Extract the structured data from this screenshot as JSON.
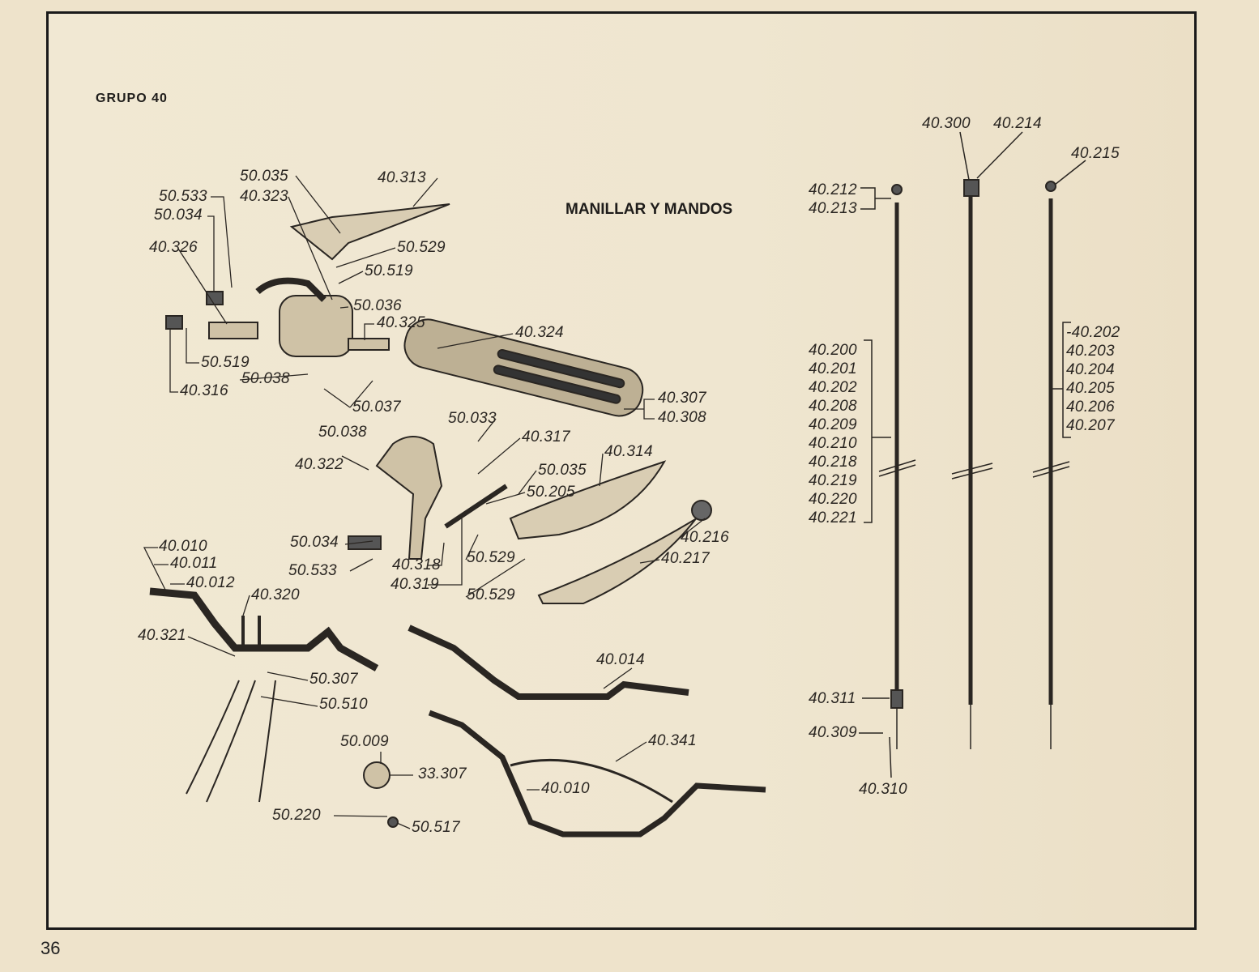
{
  "page": {
    "group_title": "GRUPO 40",
    "section_title": "MANILLAR Y MANDOS",
    "page_number": "36"
  },
  "callouts": [
    "50.035",
    "40.313",
    "50.533",
    "40.323",
    "50.034",
    "40.326",
    "50.529",
    "50.519",
    "50.036",
    "40.325",
    "40.324",
    "50.519",
    "50.038",
    "40.316",
    "50.037",
    "40.307",
    "40.308",
    "50.033",
    "50.038",
    "40.317",
    "40.322",
    "40.314",
    "50.035",
    "50.205",
    "40.216",
    "50.034",
    "40.217",
    "50.533",
    "40.318",
    "50.529",
    "40.319",
    "50.529",
    "40.010",
    "40.011",
    "40.012",
    "40.320",
    "40.321",
    "50.307",
    "50.510",
    "40.014",
    "40.341",
    "50.009",
    "33.307",
    "40.010",
    "50.220",
    "50.517"
  ],
  "cables": {
    "top": [
      "40.300",
      "40.214",
      "40.215",
      "40.212",
      "40.213"
    ],
    "left_group": [
      "40.200",
      "40.201",
      "40.202",
      "40.208",
      "40.209",
      "40.210",
      "40.218",
      "40.219",
      "40.220",
      "40.221"
    ],
    "right_group": [
      "-40.202",
      "40.203",
      "40.204",
      "40.205",
      "40.206",
      "40.207"
    ],
    "bottom": [
      "40.311",
      "40.309",
      "40.310"
    ]
  }
}
